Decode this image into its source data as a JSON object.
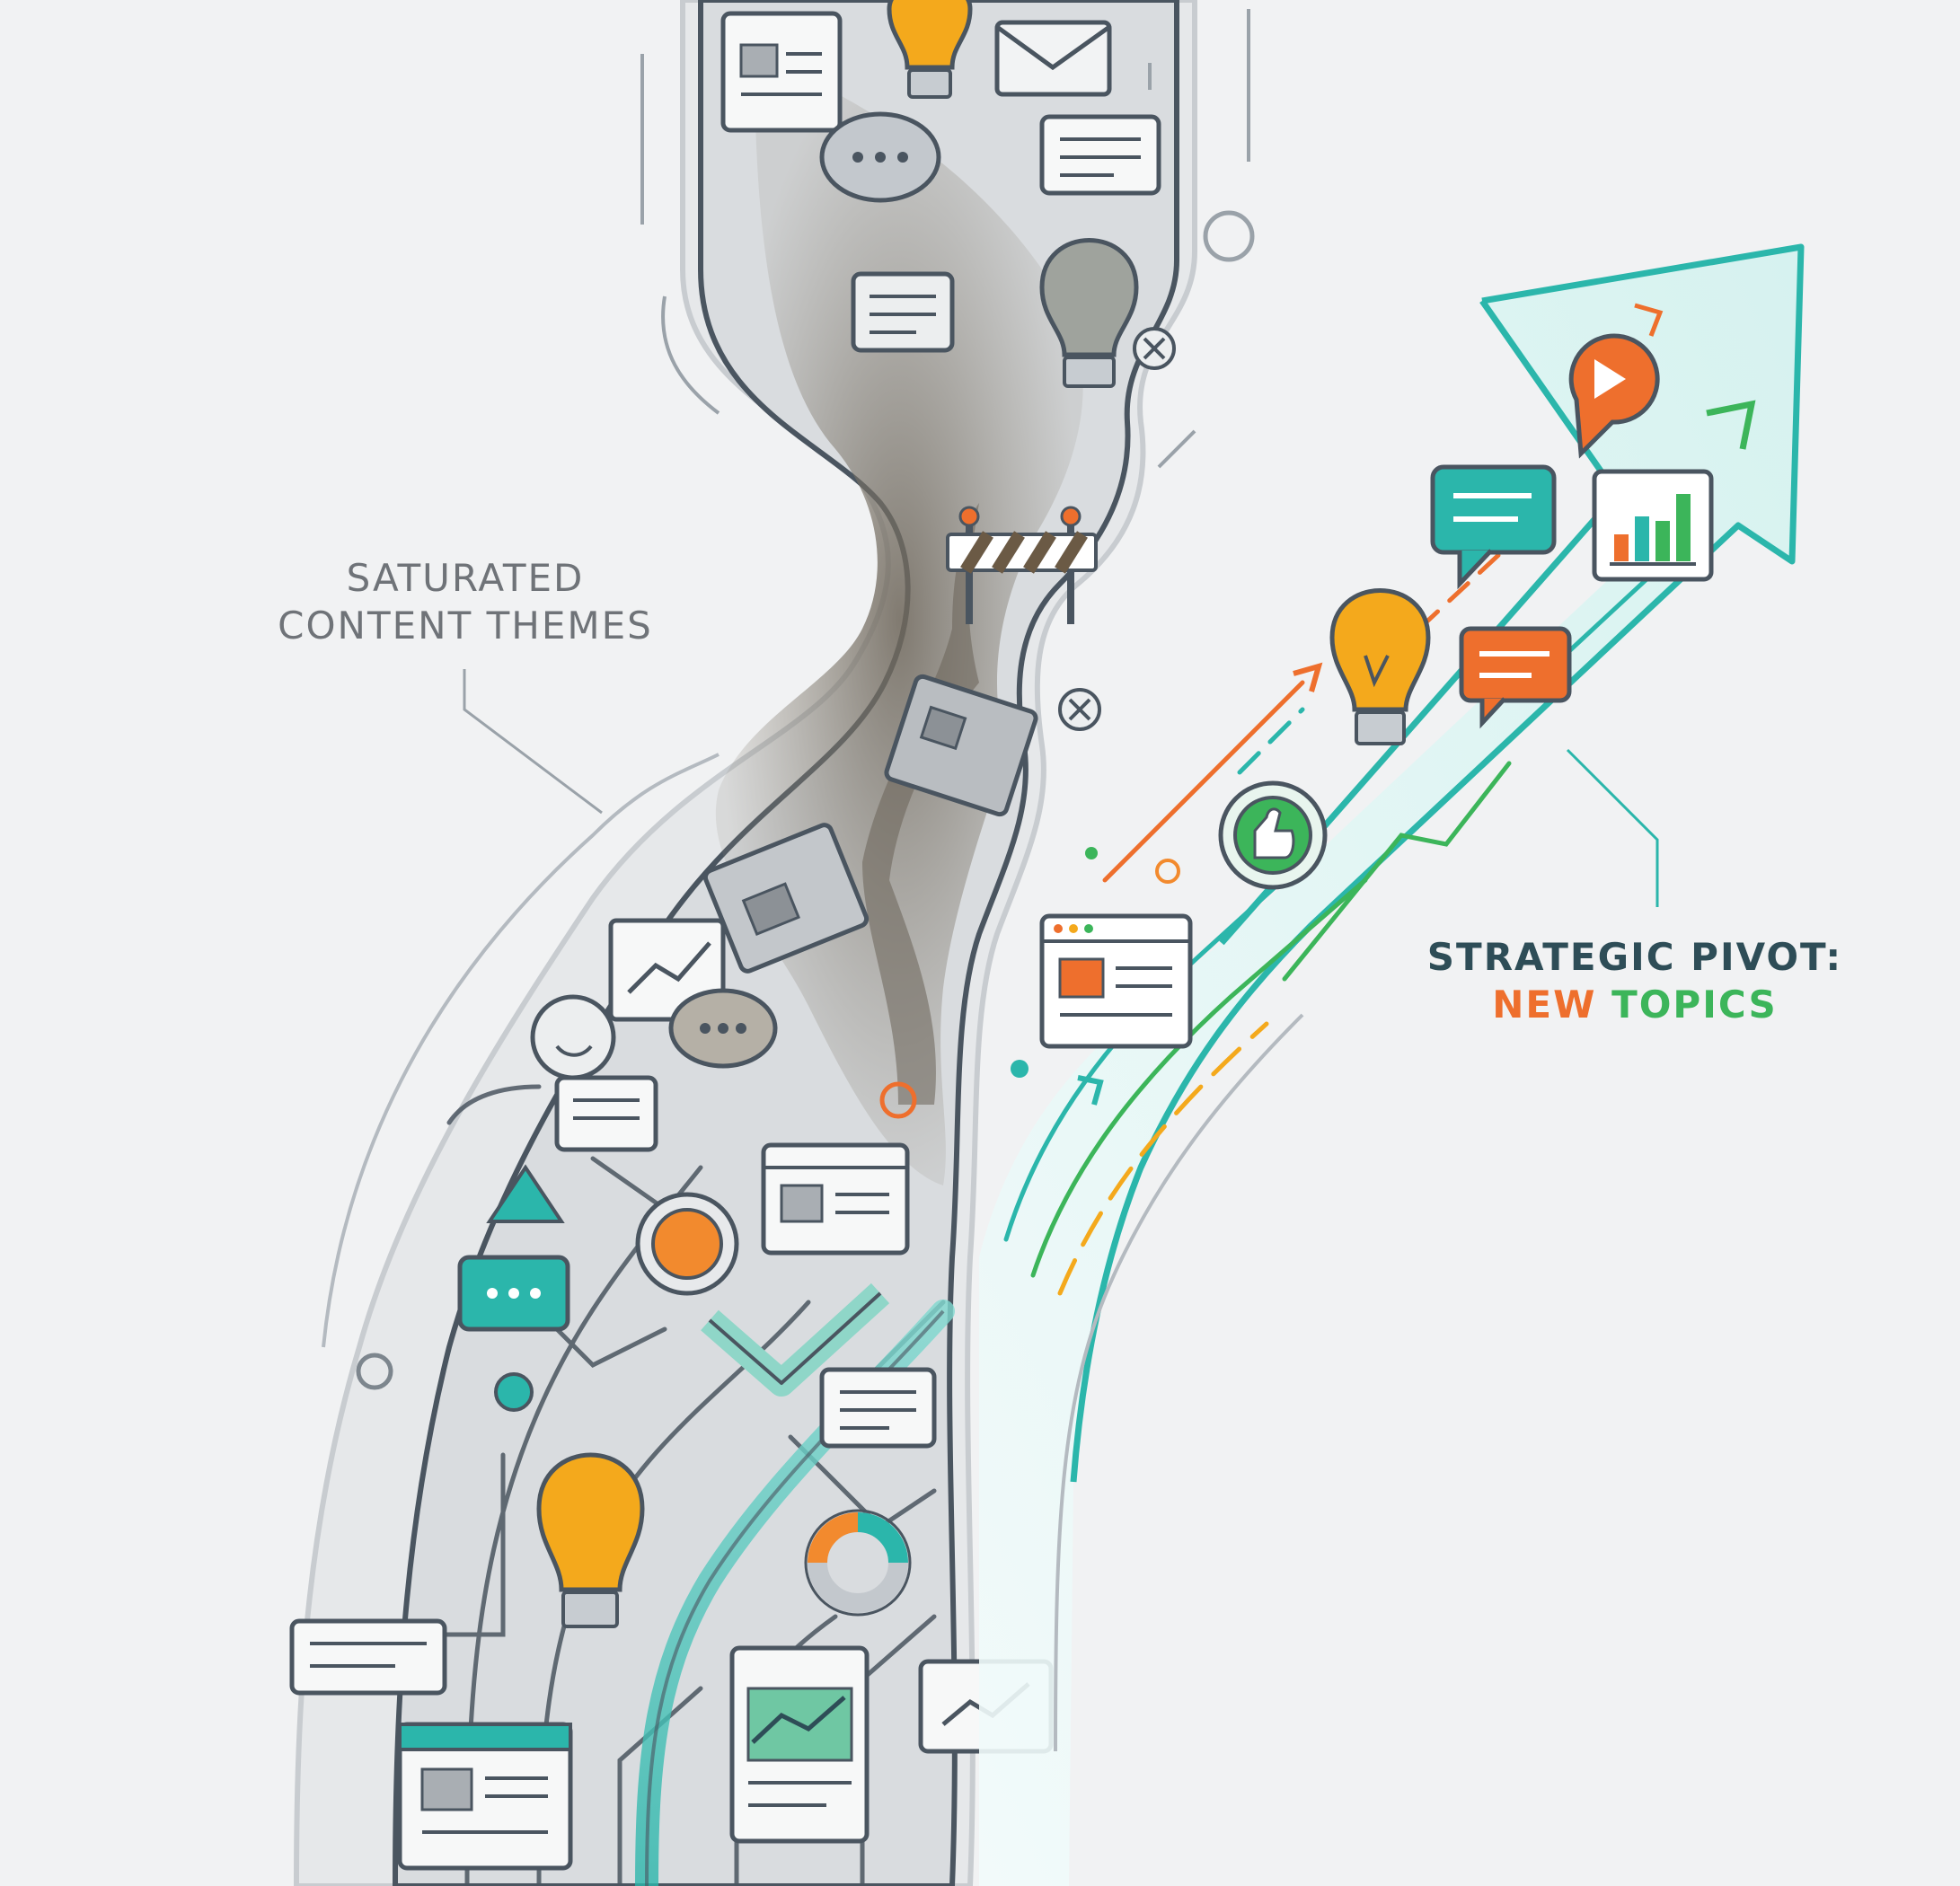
{
  "labels": {
    "saturated_line1": "SATURATED",
    "saturated_line2": "CONTENT THEMES",
    "pivot_line1": "STRATEGIC PIVOT:",
    "pivot_new": "NEW",
    "pivot_topics": "TOPICS"
  },
  "colors": {
    "background": "#f1f2f3",
    "outline": "#4a5560",
    "path_fill": "#dfe1e3",
    "congestion": "#7a7468",
    "teal": "#2bb6ab",
    "orange": "#ee6f2d",
    "green": "#3cb55a",
    "yellow": "#f4a91c",
    "label_gray": "#6f7378",
    "label_dark": "#2e4d57"
  },
  "icons": {
    "saturated_path": [
      "document-icon",
      "lightbulb-icon",
      "envelope-icon",
      "chat-bubble-icon",
      "comment-icon",
      "no-entry-icon",
      "article-icon",
      "trend-chart-icon",
      "smiley-chat-icon",
      "warning-triangle-icon",
      "location-pin-icon",
      "checkmark-icon",
      "donut-chart-icon",
      "browser-window-icon",
      "line-graph-icon"
    ],
    "barrier": "road-barrier-icon",
    "pivot_arrow": [
      "play-button-icon",
      "chat-bubble-icon",
      "bar-chart-icon",
      "lightbulb-icon",
      "comment-icon",
      "thumbs-up-icon",
      "browser-window-icon"
    ]
  }
}
